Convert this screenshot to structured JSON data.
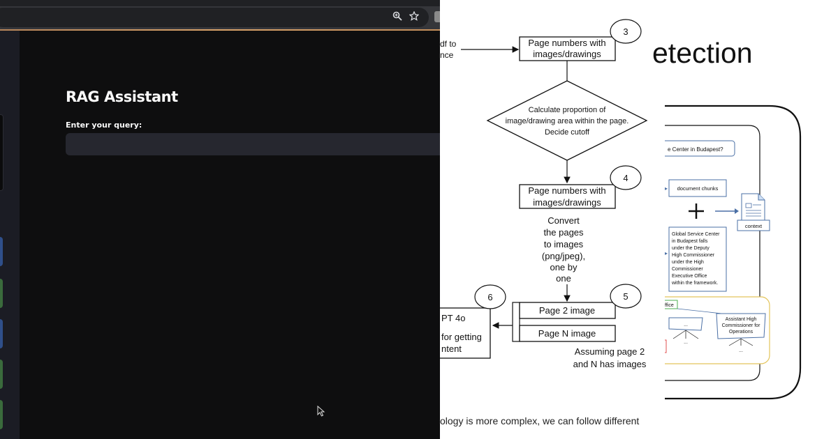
{
  "browser": {
    "zoom_icon": "zoom-in-icon",
    "star_icon": "star-icon",
    "extension_icon": "extension-icon"
  },
  "app": {
    "title": "RAG Assistant",
    "query_label": "Enter your query:",
    "query_value": "",
    "query_placeholder": ""
  },
  "sidebar": {
    "blocks": [
      {
        "color": "#2f4f8a"
      },
      {
        "color": "#3a6b3c"
      },
      {
        "color": "#2f4f8a"
      },
      {
        "color": "#3a6b3c"
      },
      {
        "color": "#3a6b3c"
      }
    ]
  },
  "flowchart": {
    "left_input_lines": [
      "df to",
      "nce"
    ],
    "box_top": [
      "Page numbers with",
      "images/drawings"
    ],
    "step3": "3",
    "diamond": [
      "Calculate proportion of",
      "image/drawing area within the page.",
      "Decide cutoff"
    ],
    "box_mid": [
      "Page numbers with",
      "images/drawings"
    ],
    "step4": "4",
    "convert": [
      "Convert",
      "the pages",
      "to images",
      "(png/jpeg),",
      "one by",
      "one"
    ],
    "page2": "Page 2 image",
    "pageN": "Page N image",
    "step5": "5",
    "step6": "6",
    "gpt_lines": [
      "PT 4o",
      "for getting",
      "ntent"
    ],
    "assumption": [
      "Assuming page 2",
      "and N has images"
    ],
    "bottom_text": "ology is more complex, we can follow different"
  },
  "right_panel": {
    "title": "etection",
    "question": "e Center in Budapest?",
    "chunks": "document chunks",
    "context": "context",
    "answer": [
      "Global Service Center",
      "in Budapest falls",
      "under the Deputy",
      "High Commissioner",
      "under the High",
      "Commissioner",
      "Executive Office",
      "within the framework."
    ],
    "office": "ffice",
    "assistant": [
      "Assistant High",
      "Commissioner for",
      "Operations"
    ],
    "ellipsis": "..."
  }
}
